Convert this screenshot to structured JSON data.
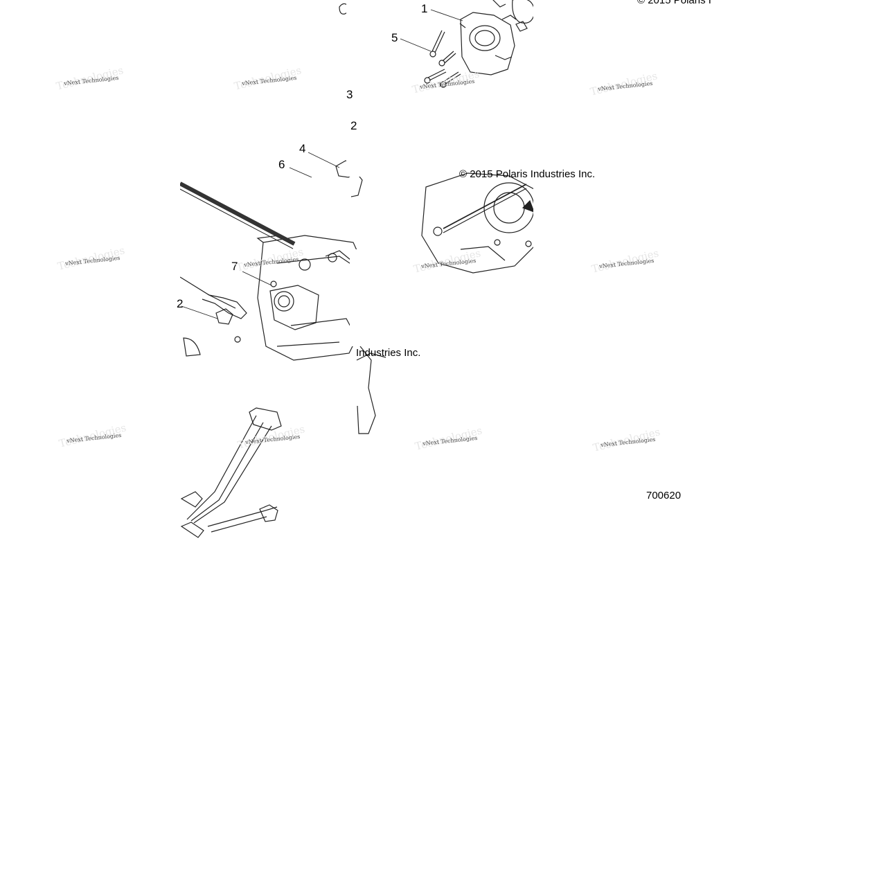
{
  "callouts": {
    "c1": "1",
    "c2a": "2",
    "c2b": "2",
    "c3": "3",
    "c4": "4",
    "c5": "5",
    "c6": "6",
    "c7": "7"
  },
  "copyrights": {
    "top_right": "© 2015 Polaris I",
    "middle": "© 2015 Polaris Industries Inc.",
    "lower": "Industries Inc."
  },
  "reference_number": "700620",
  "watermark": {
    "line1": "vNext Technologies",
    "line2": "Technologies"
  }
}
